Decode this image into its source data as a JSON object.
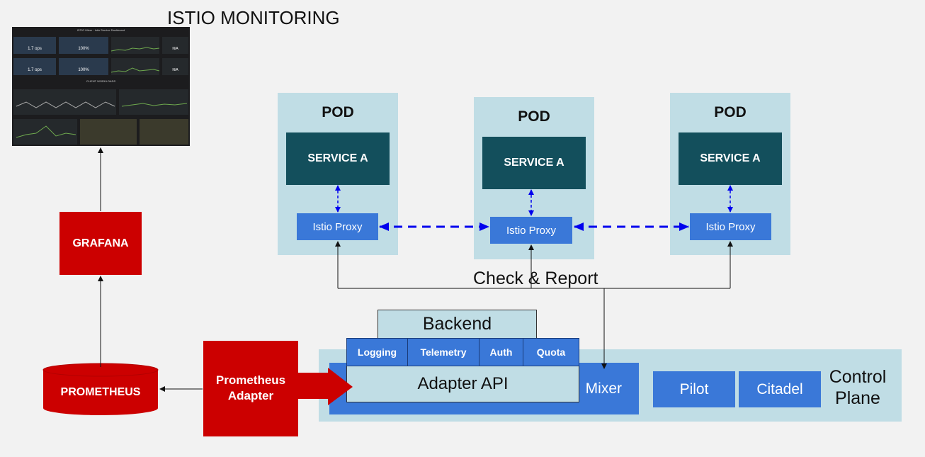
{
  "title": "ISTIO MONITORING",
  "dashboard": {
    "header": "ISTIO Mixer · Istio Service Dashboard",
    "stats": [
      "1.7 ops",
      "100%",
      "N/A",
      "1.7 ops",
      "100%",
      "N/A"
    ],
    "section": "CLIENT WORKLOADS"
  },
  "pods": [
    {
      "label": "POD",
      "service": "SERVICE A",
      "proxy": "Istio Proxy"
    },
    {
      "label": "POD",
      "service": "SERVICE A",
      "proxy": "Istio Proxy"
    },
    {
      "label": "POD",
      "service": "SERVICE A",
      "proxy": "Istio Proxy"
    }
  ],
  "check_report": "Check & Report",
  "grafana": "GRAFANA",
  "prometheus": "PROMETHEUS",
  "prometheus_adapter": "Prometheus Adapter",
  "backend": "Backend",
  "adapters": [
    "Logging",
    "Telemetry",
    "Auth",
    "Quota"
  ],
  "adapter_api": "Adapter API",
  "mixer": "Mixer",
  "pilot": "Pilot",
  "citadel": "Citadel",
  "control_plane": "Control Plane",
  "colors": {
    "red": "#cc0000",
    "pod_bg": "#c0dde5",
    "service": "#134f5c",
    "proxy": "#3a78d8",
    "arrow_dash": "#0000ee"
  }
}
